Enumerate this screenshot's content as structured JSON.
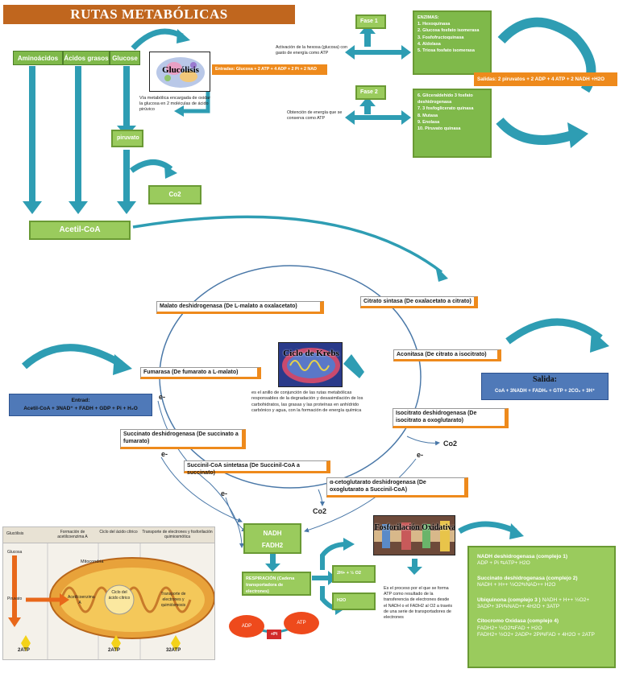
{
  "title": "RUTAS METABÓLICAS",
  "sources": {
    "aminoacidos": "Aminoácidos",
    "acidos_grasos": "Ácidos grasos",
    "glucosa": "Glucose"
  },
  "glucolisis": {
    "label": "Glucólisis",
    "description": "Vía  metabólica encargada de oxidar la glucosa  en 2 moléculas de ácido pirúvico",
    "entradas": "Entradas: Glucosa + 2 ATP + 4 ADP + 2 Pi + 2 NAD",
    "fase1_label": "Fase 1",
    "fase1_desc": "Activación de la hexosa (glucosa) con gasto de energía como ATP",
    "fase2_label": "Fase 2",
    "fase2_desc": "Obtención de energía que se conserva como ATP",
    "enzimas1": "ENZIMAS:\n1.  Hexoquinasa\n2.  Glucosa fosfato isomerasa\n3.  Fosfofructoquinasa\n4.  Aldolasa\n5.  Triosa fosfato  isomerasa",
    "enzimas2": "6.  Gliceraldehído 3 fosfato deshidrogenasa\n7.  3 fosfoglicerato quinasa\n8.  Mutasa\n9.  Enolasa\n10.  Piruvato quinasa",
    "salidas": "Salidas: 2 piruvatos + 2 ADP + 4 ATP + 2 NADH +H2O"
  },
  "piruvato": "piruvato",
  "co2": "Co2",
  "acetil_coa": "Acetil-CoA",
  "krebs": {
    "label": "Ciclo de Krebs",
    "description": "es el anillo de conjunción de las rutas metabólicas responsables de la degradación y desasimilación de los carbohidratos, las grasas y las proteínas en anhídrido carbónico y agua, con la formación de energía química",
    "citrato_sintasa": "Citrato sintasa (De oxalacetato a citrato)",
    "malato": "Malato deshidrogenasa (De L-malato a oxalacetato)",
    "fumarasa": "Fumarasa (De fumarato a L-malato)",
    "aconitasa": "Aconitasa (De citrato a isocitrato)",
    "isocitrato": "Isocitrato deshidrogenasa  (De isocitrato a oxoglutarato)",
    "succinato": "Succinato deshidrogenasa (De succinato a fumarato)",
    "succinil": "Succinil-CoA sintetasa (De Succinil-CoA a succinato)",
    "oxoglutarato": "α-cetoglutarato deshidrogenasa (De oxoglutarato a Succinil-CoA)",
    "entrada_label": "Entrad:",
    "entrada_formula": "Acetil-CoA + 3NAD⁺ + FADH + GDP + Pi + H₂O",
    "salida_label": "Salida:",
    "salida_formula": "CoA + 3NADH + FADH₂ + GTP + 2CO₂ + 3H⁺",
    "e_minus": "e-",
    "co2_a": "Co2",
    "co2_b": "Co2"
  },
  "cadena": {
    "nadh": "NADH",
    "fadh2": "FADH2",
    "respiracion": "RESPIRACIÓN (Cadena transportadora de electrones)",
    "adp": "ADP",
    "pi": "+Pi",
    "atp": "ATP",
    "h_o2": "2H+ + ½ O2",
    "h2o": "H2O"
  },
  "fosforilacion": {
    "label": "Fosforilación Oxidativa",
    "description": "Es el proceso por  el que se forma ATP como resultado de la transferencia de electrones desde el NADH o el FADH2 al O2 a través de una serie de transportadores de electrones",
    "complejo1_title": "NADH deshidrogenasa (complejo 1)",
    "complejo1_eq": "ADP + Pi ⇆ATP+ H2O",
    "complejo2_title": "Succinato deshidrogenasa (complejo 2)",
    "complejo2_eq": "NADH + H++ ½O2⇆NAD++ H2O",
    "complejo3_title": "Ubiquinona (complejo 3 )",
    "complejo3_eq": "NADH + H++ ½O2+ 3ADP+ 3Pi⇆NAD++ 4H2O + 3ATP",
    "complejo4_title": "Citocromo Oxidasa (complejo 4)",
    "complejo4_eq": "FADH2+ ½O2⇆FAD + H2O\nFADH2+ ½O2+ 2ADP+ 2Pi⇆FAD + 4H2O + 2ATP"
  },
  "mito": {
    "header1": "Glucólisis",
    "header2": "Formación de acetilcoenzima A",
    "header3": "Ciclo del ácido cítrico",
    "header4": "Transporte de electrones y fosforilación quimiosmótica",
    "glucosa": "Glucosa",
    "piruvato": "Piruvato",
    "mitocondria": "Mitocondria",
    "acetil": "Acetilcoenzima A",
    "ciclo": "Ciclo del ácido cítrico",
    "transporte": "Transporte de electrones y quimiósmosis",
    "atp1": "2ATP",
    "atp2": "2ATP",
    "atp3": "32ATP"
  },
  "colors": {
    "green": "#7fb94a",
    "orange": "#ee8a1c",
    "blue": "#4f79b8",
    "teal": "#2e9db3",
    "title": "#c0661e"
  }
}
